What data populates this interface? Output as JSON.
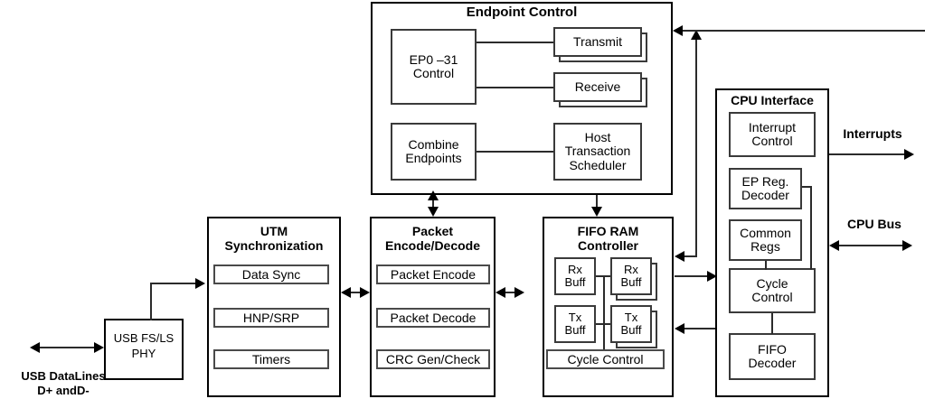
{
  "diagram": {
    "title_visible": false,
    "blocks": {
      "endpoint_control": {
        "title": "Endpoint Control",
        "children": {
          "ep_control": "EP0 –31\nControl",
          "ep_control_line1": "EP0 –31",
          "ep_control_line2": "Control",
          "transmit": "Transmit",
          "receive": "Receive",
          "combine_endpoints_line1": "Combine",
          "combine_endpoints_line2": "Endpoints",
          "host_sched_line1": "Host",
          "host_sched_line2": "Transaction",
          "host_sched_line3": "Scheduler"
        }
      },
      "cpu_interface": {
        "title": "CPU Interface",
        "children": {
          "interrupt_control_line1": "Interrupt",
          "interrupt_control_line2": "Control",
          "ep_reg_decoder_line1": "EP Reg.",
          "ep_reg_decoder_line2": "Decoder",
          "common_regs_line1": "Common",
          "common_regs_line2": "Regs",
          "cycle_control_line1": "Cycle",
          "cycle_control_line2": "Control",
          "fifo_decoder_line1": "FIFO",
          "fifo_decoder_line2": "Decoder"
        }
      },
      "fifo_ram_controller": {
        "title_line1": "FIFO RAM",
        "title_line2": "Controller",
        "children": {
          "rx_buff_a_line1": "Rx",
          "rx_buff_a_line2": "Buff",
          "rx_buff_b_line1": "Rx",
          "rx_buff_b_line2": "Buff",
          "tx_buff_a_line1": "Tx",
          "tx_buff_a_line2": "Buff",
          "tx_buff_b_line1": "Tx",
          "tx_buff_b_line2": "Buff",
          "cycle_control": "Cycle Control"
        }
      },
      "packet_encode_decode": {
        "title_line1": "Packet",
        "title_line2": "Encode/Decode",
        "children": {
          "packet_encode": "Packet Encode",
          "packet_decode": "Packet Decode",
          "crc_gen_check": "CRC Gen/Check"
        }
      },
      "utm_synchronization": {
        "title_line1": "UTM",
        "title_line2": "Synchronization",
        "children": {
          "data_sync": "Data Sync",
          "hnp_srp": "HNP/SRP",
          "timers": "Timers"
        }
      },
      "usb_phy": {
        "line1": "USB FS/LS",
        "line2": "PHY"
      }
    },
    "edge_labels": {
      "interrupts": "Interrupts",
      "cpu_bus": "CPU Bus",
      "usb_datalines_line1": "USB DataLines",
      "usb_datalines_line2": "D+ andD-"
    },
    "colors": {
      "stroke": "#000000",
      "inner_stroke": "#3a3a3a",
      "background": "#ffffff",
      "text": "#000000"
    }
  }
}
